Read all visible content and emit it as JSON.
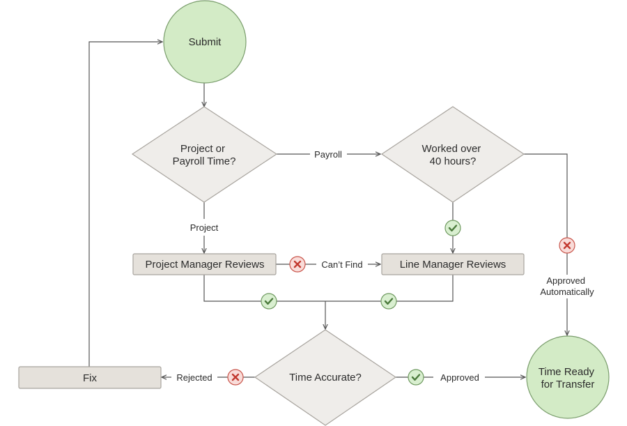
{
  "colors": {
    "terminal_fill": "#d3ebc6",
    "terminal_stroke": "#7a9d6c",
    "decision_fill": "#efedea",
    "decision_stroke": "#a7a39d",
    "process_fill": "#e5e1db",
    "process_stroke": "#a7a39d",
    "line": "#555555",
    "ok_fill": "#d9efd0",
    "ok_stroke": "#6f9a60",
    "ok_mark": "#4b7a3c",
    "no_fill": "#f9dcd9",
    "no_stroke": "#c9554b",
    "no_mark": "#c2392f"
  },
  "nodes": {
    "submit": "Submit",
    "project_or_payroll": [
      "Project or",
      "Payroll Time?"
    ],
    "worked_over": [
      "Worked over",
      "40 hours?"
    ],
    "project_manager_reviews": "Project Manager Reviews",
    "line_manager_reviews": "Line Manager Reviews",
    "time_accurate": "Time Accurate?",
    "fix": "Fix",
    "time_ready": [
      "Time Ready",
      "for Transfer"
    ]
  },
  "edge_labels": {
    "payroll": "Payroll",
    "project": "Project",
    "cant_find": "Can’t Find",
    "approved_automatically": [
      "Approved",
      "Automatically"
    ],
    "rejected": "Rejected",
    "approved": "Approved"
  },
  "icons": {
    "approve": "check-icon",
    "reject": "x-icon"
  }
}
